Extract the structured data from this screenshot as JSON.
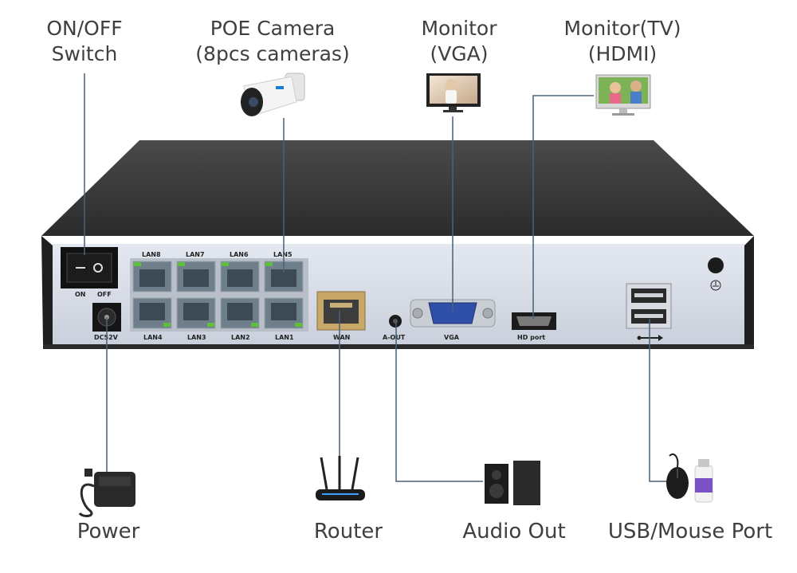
{
  "callouts": {
    "switch": {
      "line1": "ON/OFF",
      "line2": "Switch"
    },
    "camera": {
      "line1": "POE Camera",
      "line2": "(8pcs cameras)"
    },
    "vga_monitor": {
      "line1": "Monitor",
      "line2": "(VGA)"
    },
    "hdmi_monitor": {
      "line1": "Monitor(TV)",
      "line2": "(HDMI)"
    }
  },
  "bottom_labels": {
    "power": "Power",
    "router": "Router",
    "audio": "Audio Out",
    "usb": "USB/Mouse Port"
  },
  "panel_labels": {
    "on": "ON",
    "off": "OFF",
    "dc": "DC52V",
    "lan_top": [
      "LAN8",
      "LAN7",
      "LAN6",
      "LAN5"
    ],
    "lan_bottom": [
      "LAN4",
      "LAN3",
      "LAN2",
      "LAN1"
    ],
    "wan": "WAN",
    "aout": "A-OUT",
    "vga": "VGA",
    "hd": "HD port"
  },
  "colors": {
    "connector_line": "#4a6178",
    "device_top": "#3a3a3a",
    "panel": "#d9dee8",
    "port_green": "#5fbf3a"
  }
}
